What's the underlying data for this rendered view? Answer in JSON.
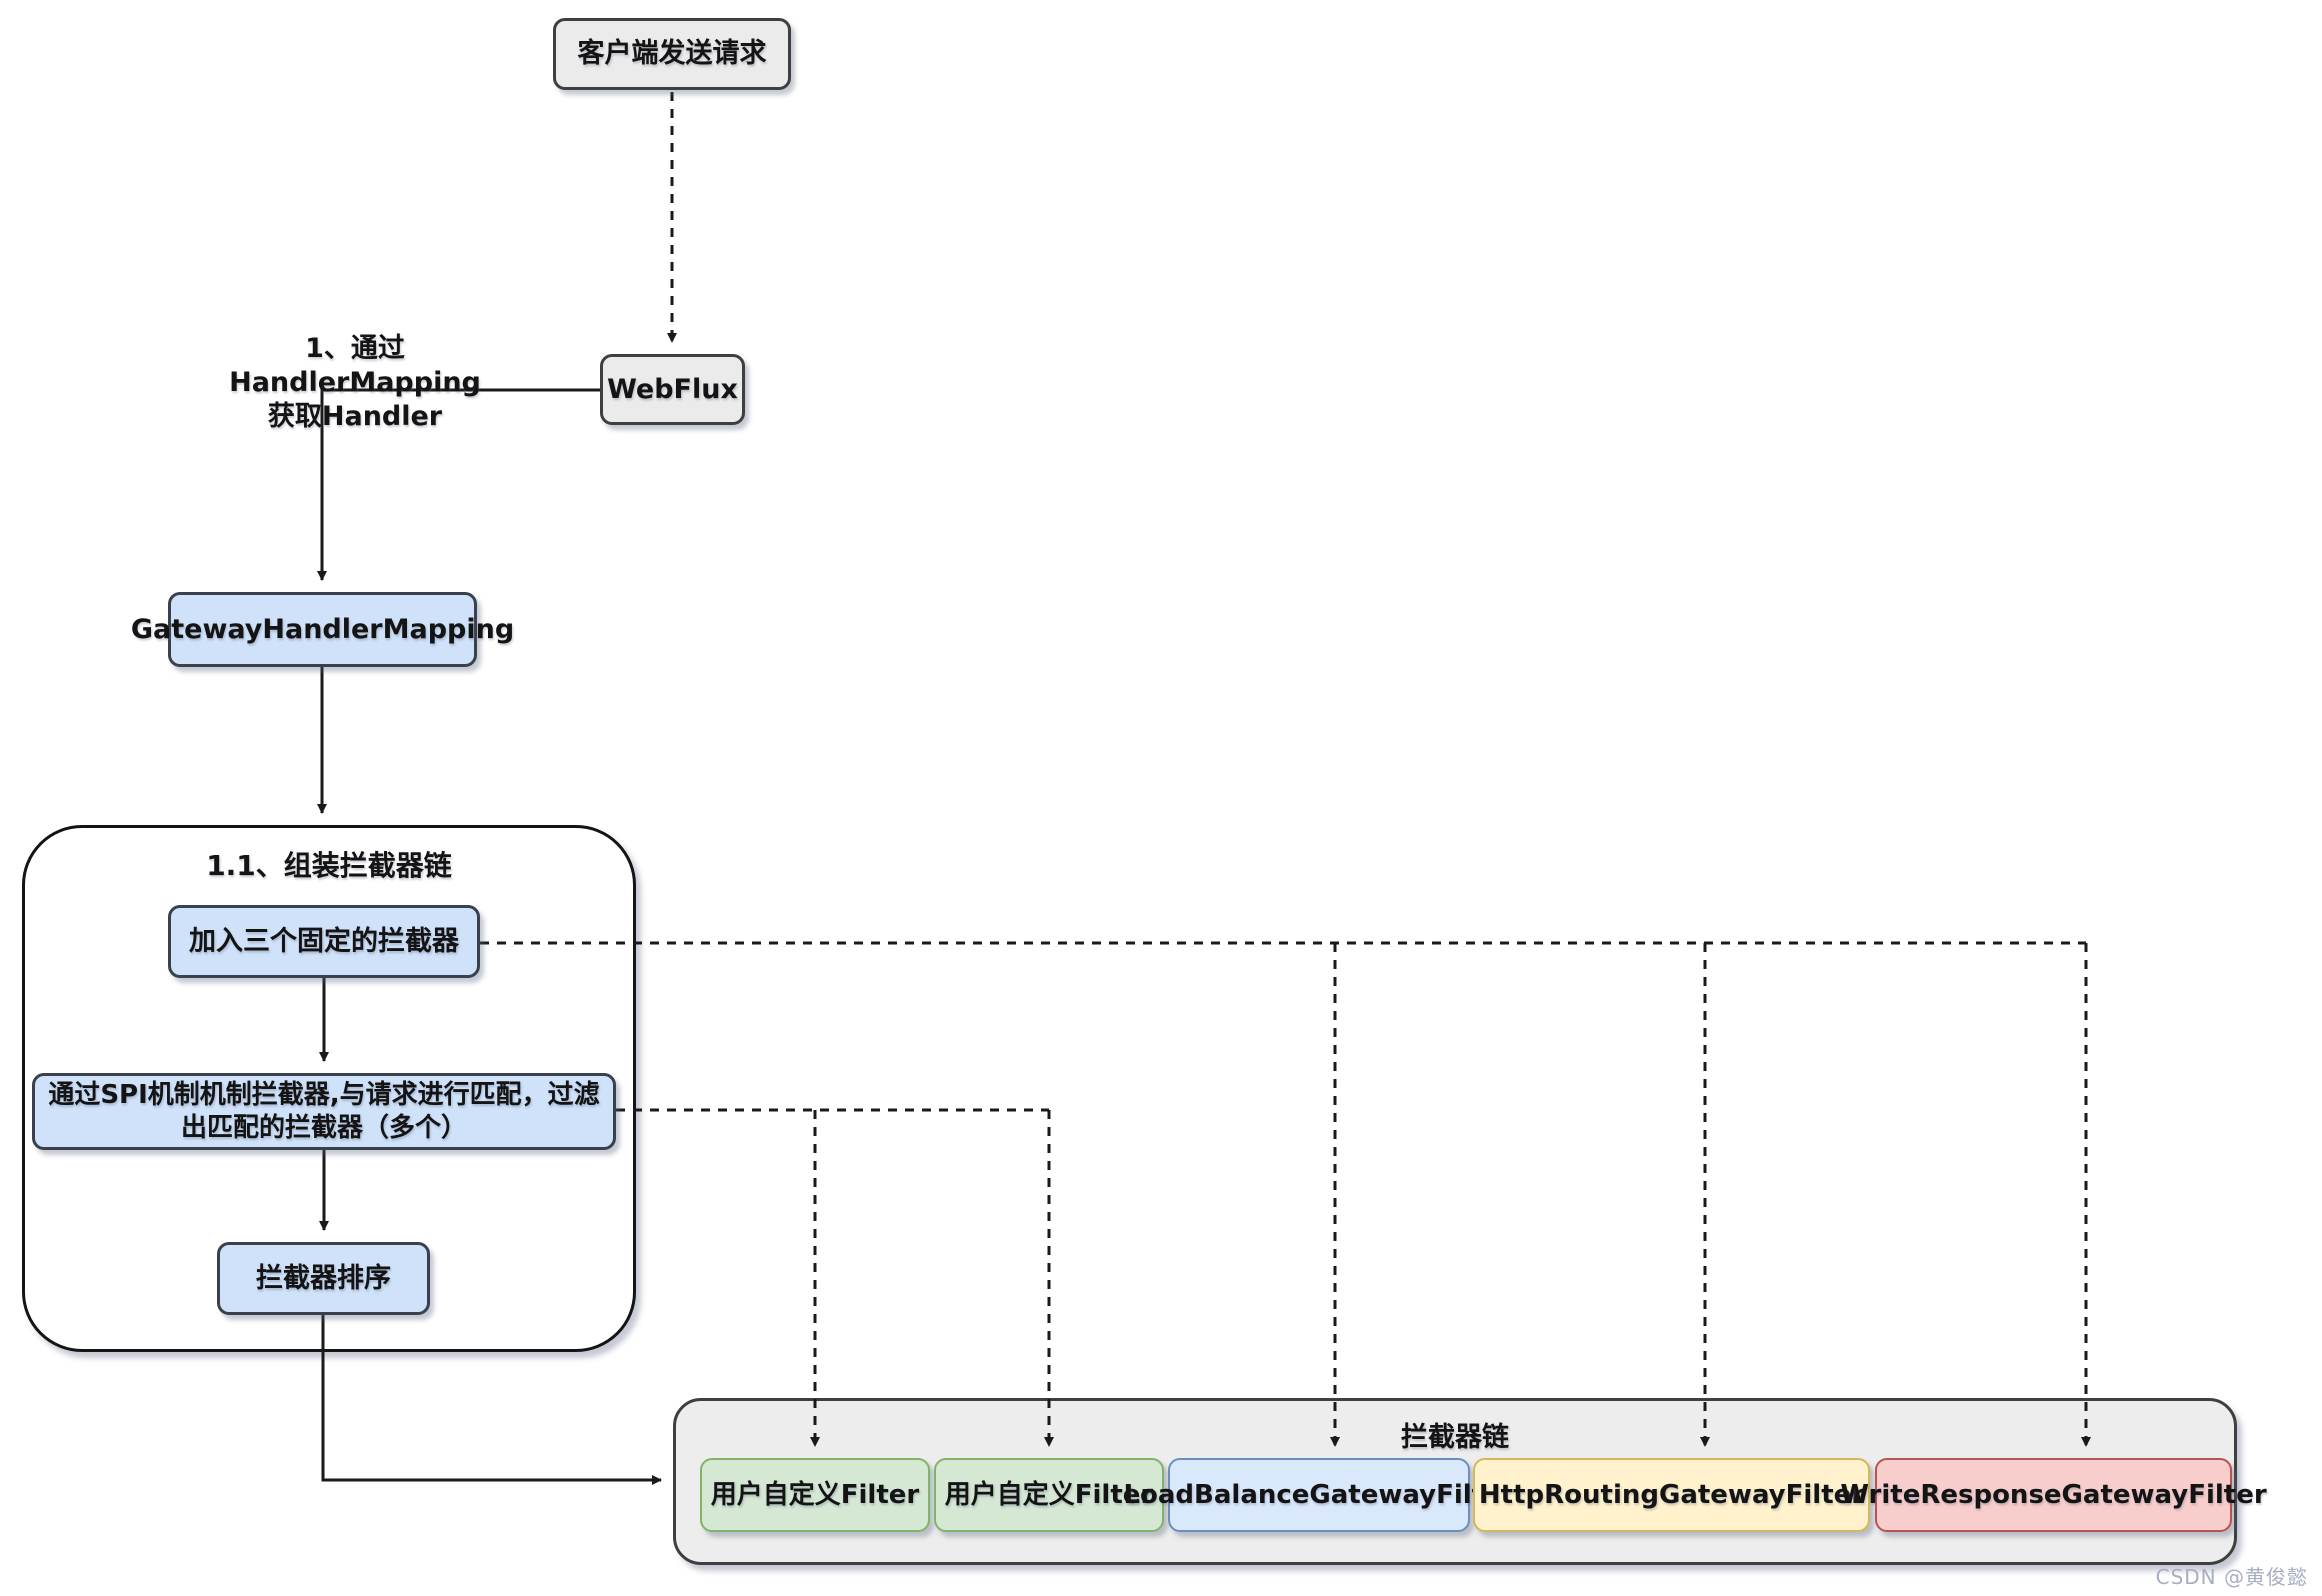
{
  "diagram": {
    "nodes": {
      "client": {
        "label": "客户端发送请求"
      },
      "webflux": {
        "label": "WebFlux"
      },
      "gateway_handler_mapping": {
        "label": "GatewayHandlerMapping"
      },
      "add_fixed_interceptors": {
        "label": "加入三个固定的拦截器"
      },
      "spi_match": {
        "label": "通过SPI机制机制拦截器,与请求进行匹配，过滤出匹配的拦截器（多个）"
      },
      "sort_interceptors": {
        "label": "拦截器排序"
      }
    },
    "containers": {
      "assemble_chain": {
        "title": "1.1、组装拦截器链"
      },
      "interceptor_chain": {
        "title": "拦截器链"
      }
    },
    "filters": [
      {
        "label": "用户自定义Filter",
        "type": "green"
      },
      {
        "label": "用户自定义Filter",
        "type": "green"
      },
      {
        "label": "LoadBalanceGatewayFilter",
        "type": "blue"
      },
      {
        "label": "HttpRoutingGatewayFilter",
        "type": "yellow"
      },
      {
        "label": "WriteResponseGatewayFilter",
        "type": "red"
      }
    ],
    "annotations": {
      "step1_line1": "1、通过HandlerMapping",
      "step1_line2": "获取Handler"
    },
    "watermark": "CSDN @黄俊懿",
    "colors": {
      "process_fill": "#cfe2f9",
      "gray_fill": "#ebebeb",
      "green_fill": "#d5e8d4",
      "green_border": "#82b366",
      "blue_fill": "#dae8fc",
      "blue_border": "#6c8ebf",
      "yellow_fill": "#fff2cc",
      "yellow_border": "#d6b656",
      "red_fill": "#f8cecc",
      "red_border": "#b85450",
      "line": "#1a1a1a"
    }
  }
}
